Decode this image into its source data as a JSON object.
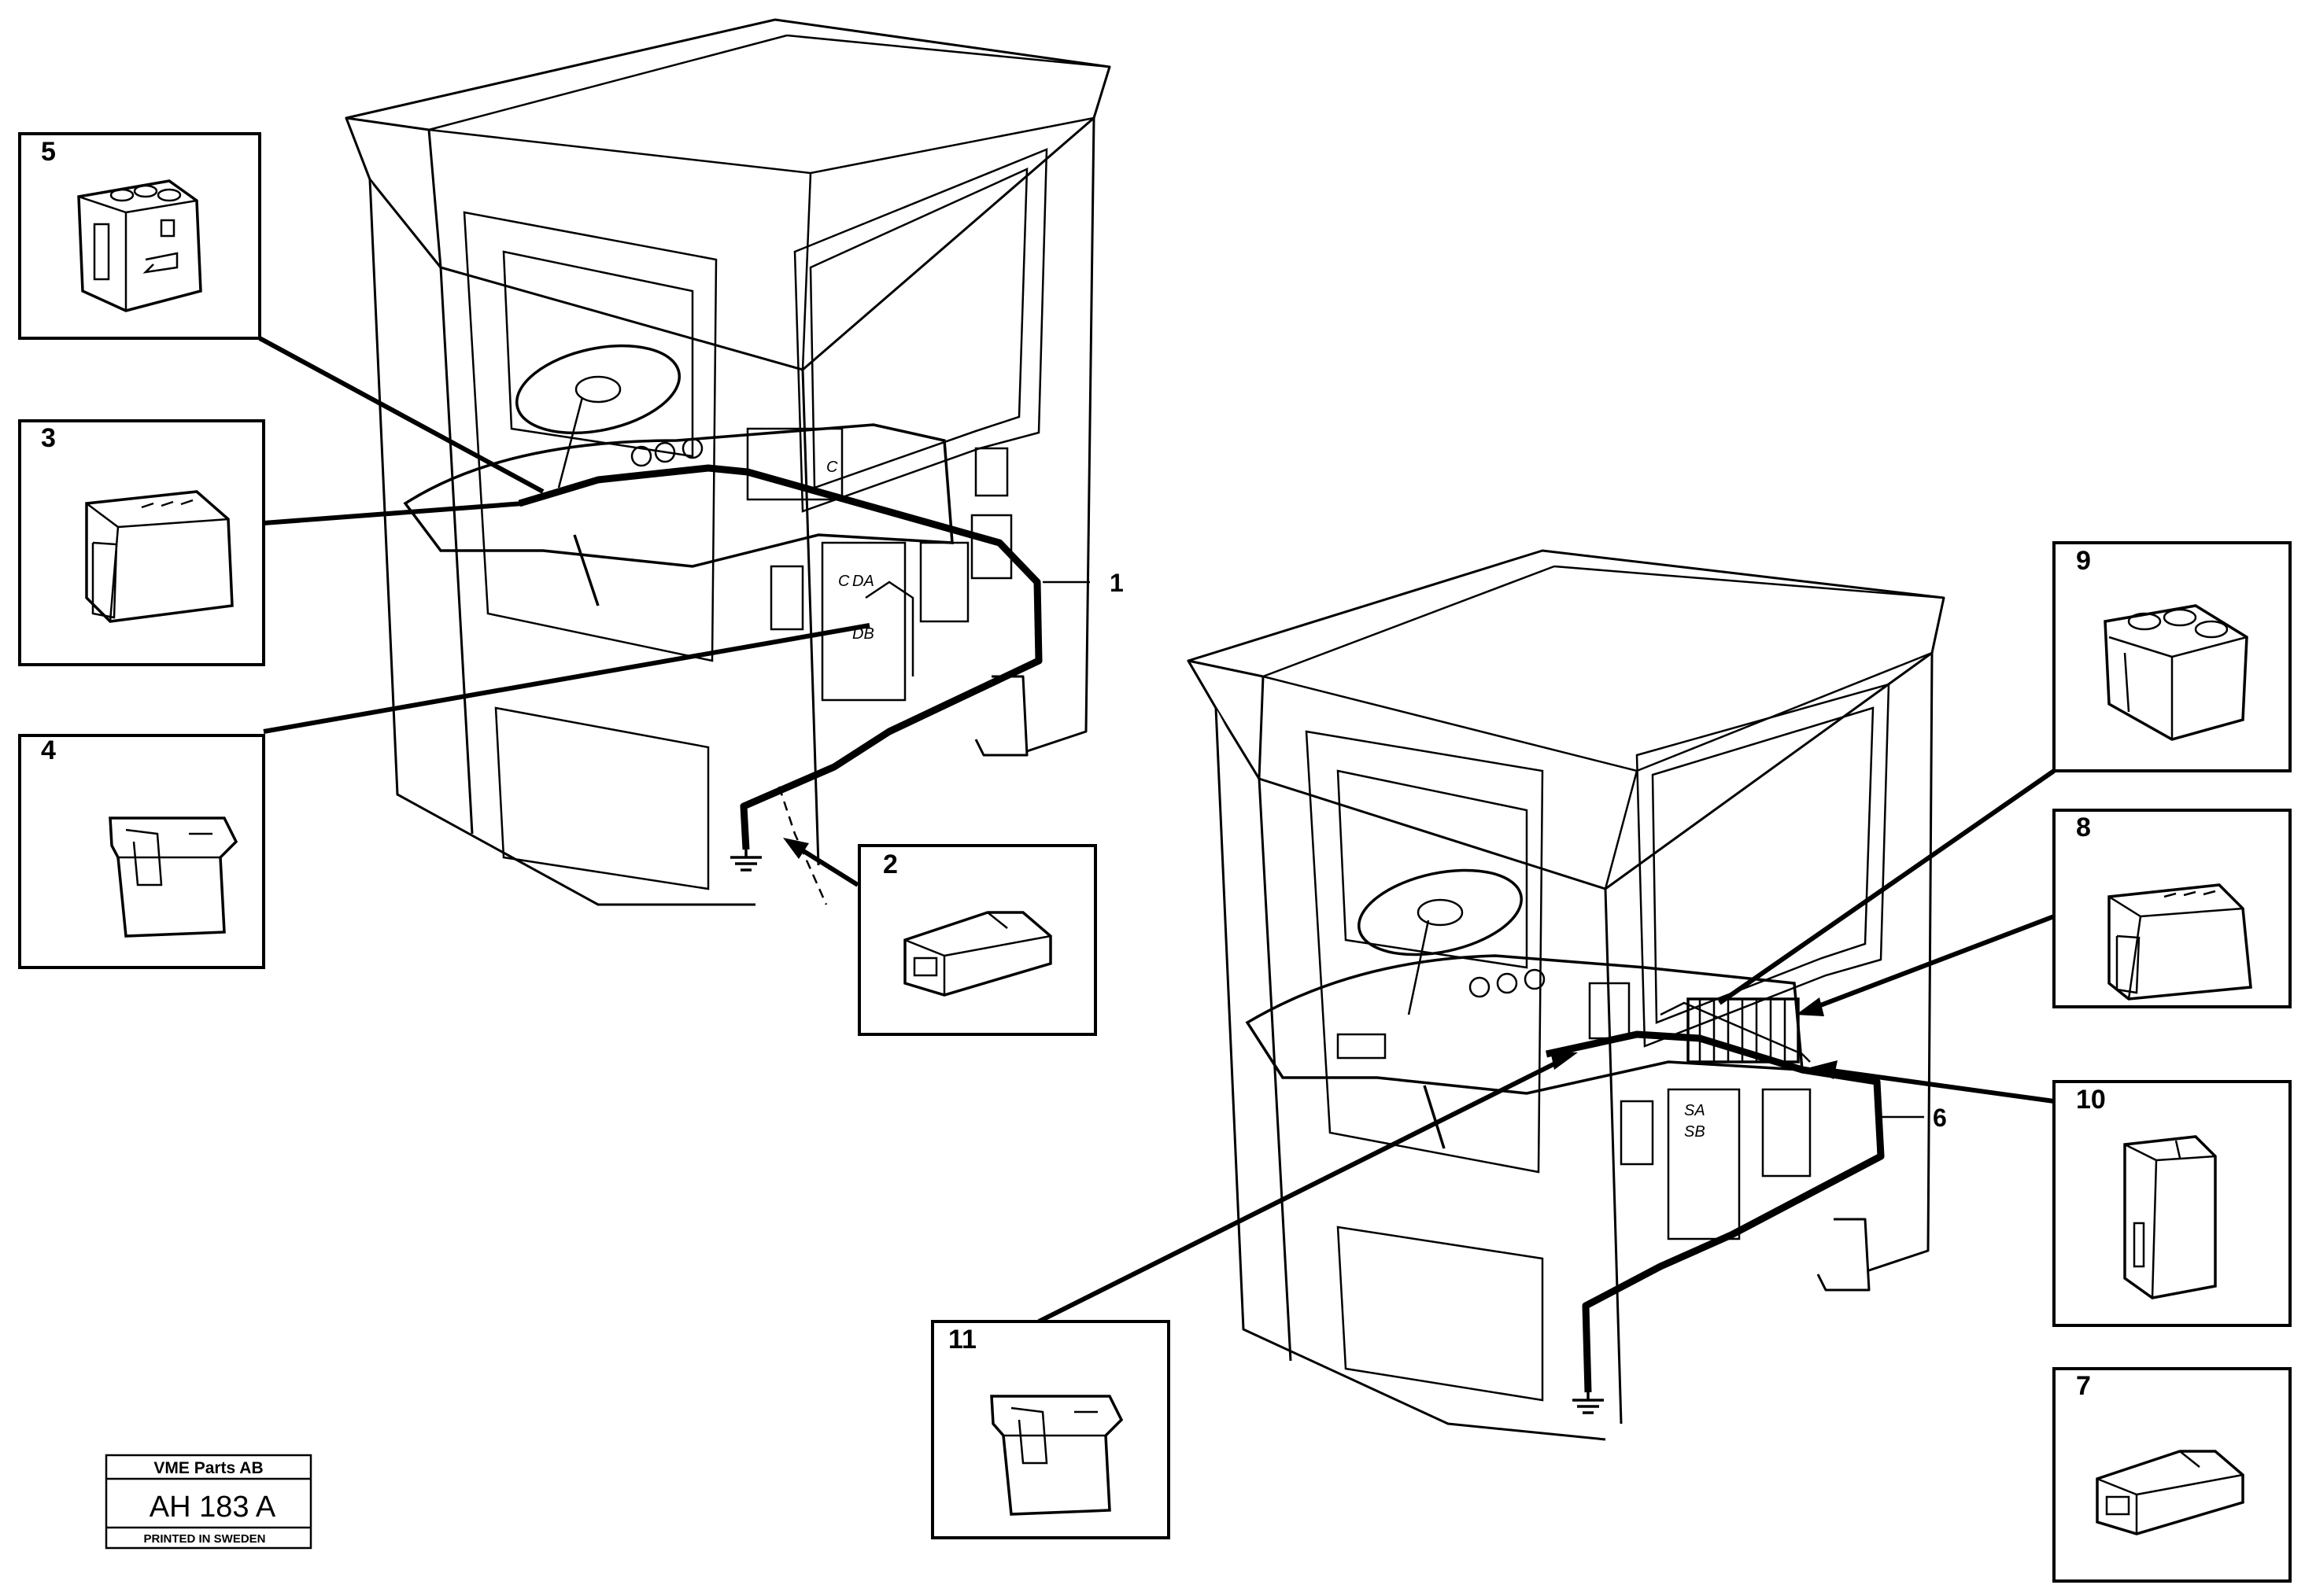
{
  "callouts": {
    "c1": "1",
    "c2": "2",
    "c3": "3",
    "c4": "4",
    "c5": "5",
    "c6": "6",
    "c7": "7",
    "c8": "8",
    "c9": "9",
    "c10": "10",
    "c11": "11"
  },
  "panel_marks": {
    "left_a": "DA",
    "left_b": "DB",
    "left_c": "C",
    "right_a": "SA",
    "right_b": "SB"
  },
  "stamp": {
    "company": "VME Parts AB",
    "code": "AH 183 A",
    "printed": "PRINTED IN SWEDEN"
  }
}
